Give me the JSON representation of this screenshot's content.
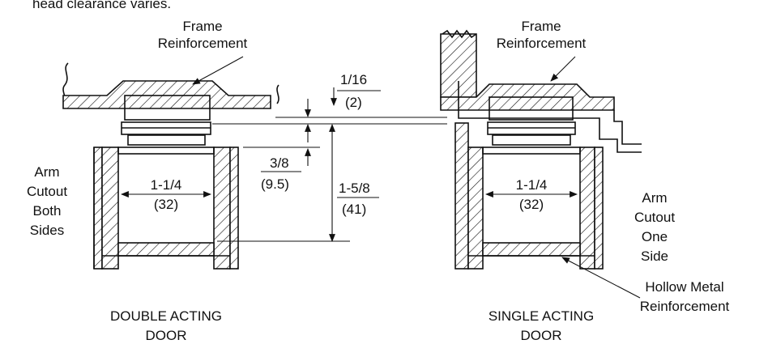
{
  "top_note": "head clearance varies.",
  "left": {
    "frame_label_1": "Frame",
    "frame_label_2": "Reinforcement",
    "arm_label": [
      "Arm",
      "Cutout",
      "Both",
      "Sides"
    ],
    "inner_width_num": "1-1/4",
    "inner_width_mm": "(32)",
    "caption_1": "DOUBLE ACTING",
    "caption_2": "DOOR"
  },
  "dims": {
    "top_gap_num": "1/16",
    "top_gap_mm": "(2)",
    "mid_gap_num": "3/8",
    "mid_gap_mm": "(9.5)",
    "total_num": "1-5/8",
    "total_mm": "(41)"
  },
  "right": {
    "frame_label_1": "Frame",
    "frame_label_2": "Reinforcement",
    "arm_label": [
      "Arm",
      "Cutout",
      "One",
      "Side"
    ],
    "inner_width_num": "1-1/4",
    "inner_width_mm": "(32)",
    "hollow_label_1": "Hollow Metal",
    "hollow_label_2": "Reinforcement",
    "caption_1": "SINGLE ACTING",
    "caption_2": "DOOR"
  }
}
